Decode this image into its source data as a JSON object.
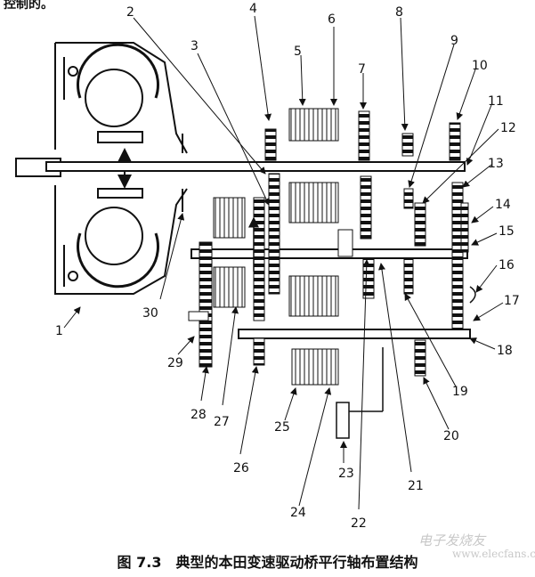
{
  "top_fragment": "控制的。",
  "caption": {
    "figure_number": "图 7.3",
    "title": "典型的本田变速驱动桥平行轴布置结构"
  },
  "watermark": {
    "text": "电子发烧友",
    "url": "www.elecfans.com"
  },
  "callouts": [
    "1",
    "2",
    "3",
    "4",
    "5",
    "6",
    "7",
    "8",
    "9",
    "10",
    "11",
    "12",
    "13",
    "14",
    "15",
    "16",
    "17",
    "18",
    "19",
    "20",
    "21",
    "22",
    "23",
    "24",
    "25",
    "26",
    "27",
    "28",
    "29",
    "30"
  ]
}
